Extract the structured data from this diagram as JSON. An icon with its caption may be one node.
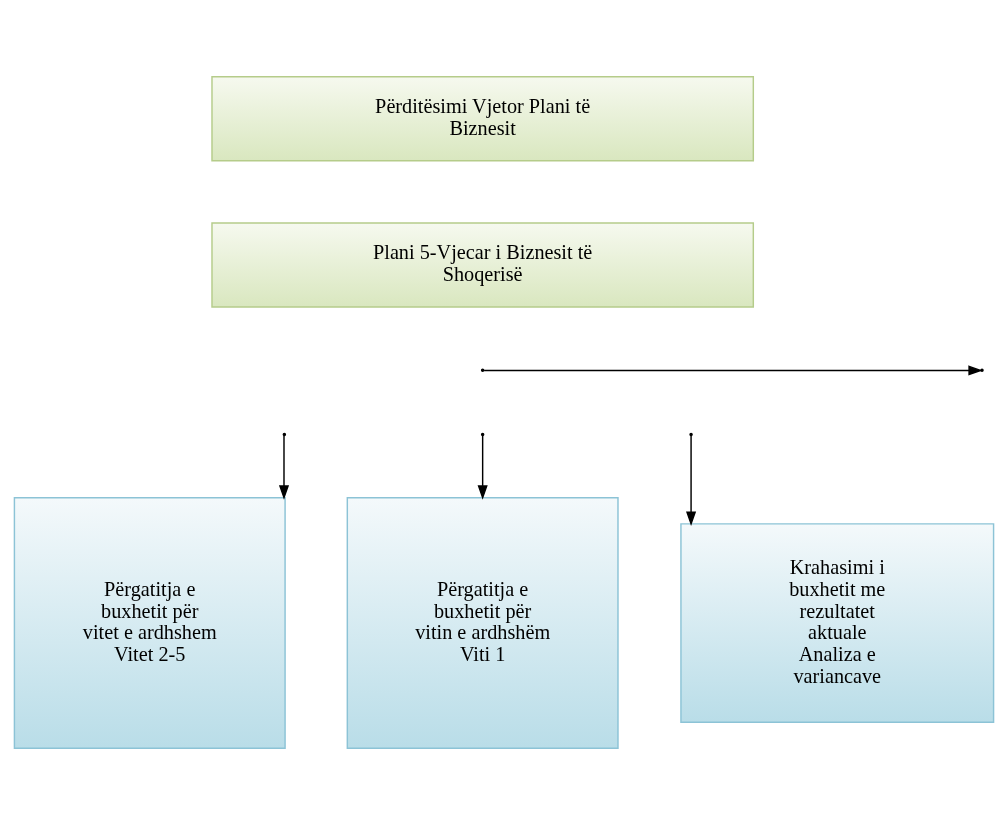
{
  "diagram": {
    "nodes": [
      {
        "text": [
          "Përditësimi Vjetor Plani të Biznesit"
        ]
      },
      {
        "text": [
          "Plani 5-Vjecar i Biznesit të Shoqerisë"
        ]
      },
      {
        "text": [
          "Përgatitja e buxhetit për vitet e ardhshem Vitet 2-5"
        ]
      },
      {
        "text": [
          "Përgatitja e buxhetit për vitin e ardhshëm Viti 1"
        ]
      },
      {
        "text": [
          "Krahasimi i buxhetit me rezultatet aktuale",
          "Analiza e variancave"
        ]
      }
    ],
    "edges": [
      {
        "from": null,
        "to": 2,
        "arrow": "to"
      },
      {
        "from": null,
        "to": 3,
        "arrow": "to"
      },
      {
        "from": null,
        "to": 4,
        "arrow": "to"
      }
    ]
  }
}
